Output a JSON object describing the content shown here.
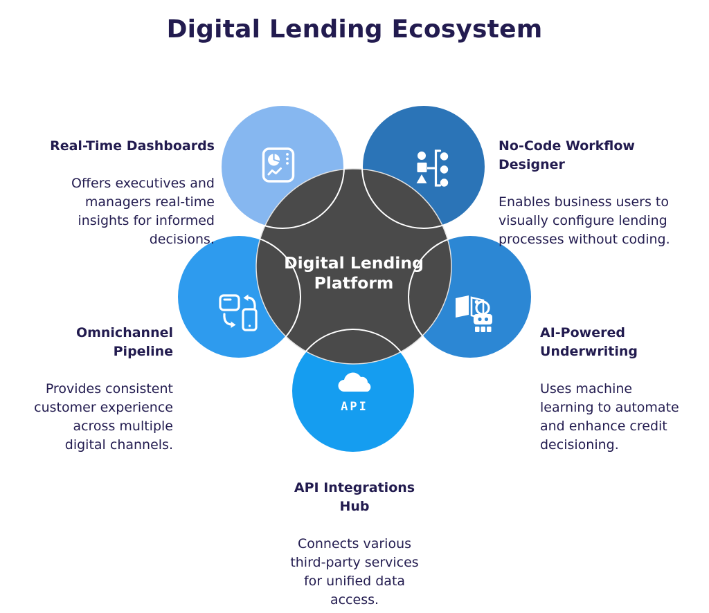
{
  "title": "Digital Lending Ecosystem",
  "hub": {
    "line1": "Digital Lending",
    "line2": "Platform"
  },
  "nodes": {
    "dashboards": {
      "title": "Real-Time Dashboards",
      "description": "Offers executives and\nmanagers real-time\ninsights for informed\ndecisions.",
      "icon": "dashboard-icon"
    },
    "workflow": {
      "title": "No-Code Workflow\nDesigner",
      "description": "Enables business users to\nvisually configure lending\nprocesses without coding.",
      "icon": "workflow-icon"
    },
    "omnichannel": {
      "title": "Omnichannel\nPipeline",
      "description": "Provides consistent\ncustomer experience\nacross multiple\ndigital channels.",
      "icon": "device-sync-icon"
    },
    "underwriting": {
      "title": "AI-Powered\nUnderwriting",
      "description": "Uses machine\nlearning to automate\nand enhance credit\ndecisioning.",
      "icon": "book-robot-icon"
    },
    "api": {
      "title": "API Integrations\nHub",
      "description": "Connects various\nthird-party services\nfor unified data\naccess.",
      "icon": "cloud-api-icon",
      "icon_label": "API"
    }
  },
  "colors": {
    "title_text": "#221B4F",
    "hub_fill": "#4A4A4A",
    "hub_text": "#FFFFFF",
    "hub_edge": "#E3E3E3",
    "satellite_outline": "#FFFFFF",
    "dashboards_circle": "#86B7F0",
    "workflow_circle": "#2B74B7",
    "omnichannel_circle": "#2E9BEE",
    "underwriting_circle": "#2C87D4",
    "api_circle": "#159DF0"
  }
}
